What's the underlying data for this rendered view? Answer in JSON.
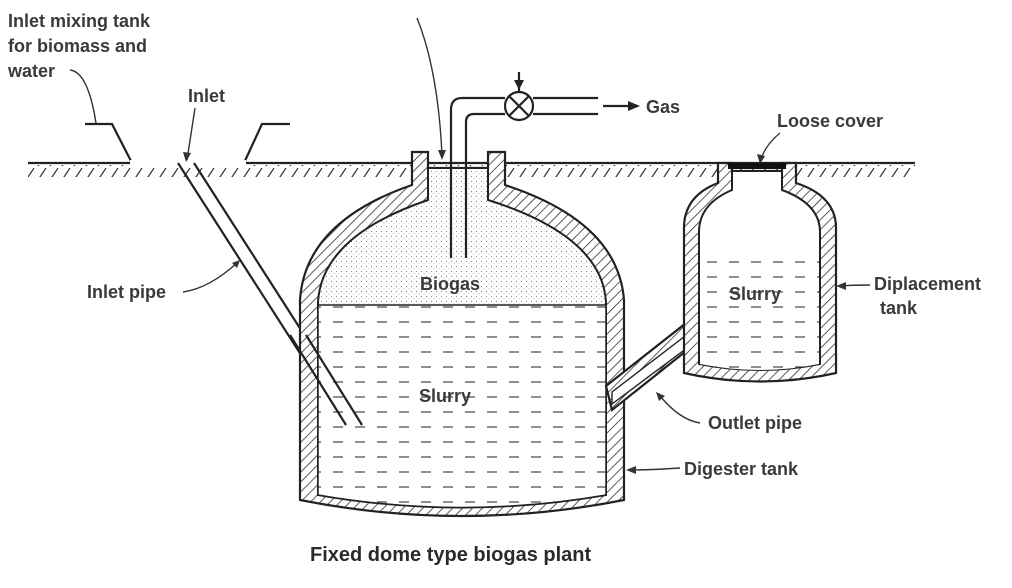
{
  "labels": {
    "inlet_tank_line1": "Inlet mixing tank",
    "inlet_tank_line2": "for biomass and",
    "inlet_tank_line3": "water",
    "inlet": "Inlet",
    "inlet_pipe": "Inlet pipe",
    "biogas": "Biogas",
    "slurry_main": "Slurry",
    "slurry_displacement": "Slurry",
    "gas": "Gas",
    "loose_cover": "Loose cover",
    "displacement_tank_line1": "Diplacement",
    "displacement_tank_line2": "tank",
    "outlet_pipe": "Outlet pipe",
    "digester_tank": "Digester tank"
  },
  "caption": "Fixed dome type biogas plant"
}
